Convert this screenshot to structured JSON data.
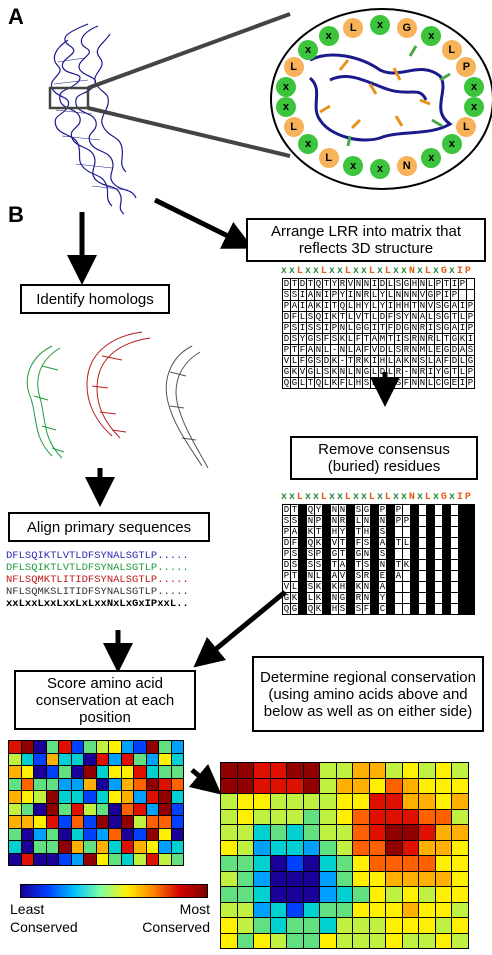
{
  "panels": {
    "a": "A",
    "b": "B"
  },
  "panel_a": {
    "ring_letters": [
      "x",
      "G",
      "x",
      "L",
      "P",
      "x",
      "x",
      "L",
      "x",
      "x",
      "N",
      "x",
      "x",
      "L",
      "x",
      "L",
      "x",
      "x",
      "L",
      "x",
      "x",
      "L"
    ]
  },
  "steps": {
    "arrange": "Arrange LRR into matrix that reflects 3D structure",
    "identify": "Identify homologs",
    "remove": "Remove consensus (buried) residues",
    "align": "Align primary sequences",
    "score": "Score amino acid conservation at each position",
    "determine": "Determine regional conservation (using amino acids above and below as well as on either side)"
  },
  "consensus_header": "xxLxxLxxLxxLxLxxNxLxGxIP",
  "alignment": [
    {
      "seq": "DFLSQIKTLVTLDFSYNALSGTLP.....",
      "color": "#2a2ab0"
    },
    {
      "seq": "DFLSQIKTLVTLDFSYNALSGTLP.....",
      "color": "#1f9a3a"
    },
    {
      "seq": "NFLSQMKTLITIDFSYNALSGTLP.....",
      "color": "#c01818"
    },
    {
      "seq": "NFLSQMKSLITIDFSYNALSGTLP.....",
      "color": "#333333"
    },
    {
      "seq": "xxLxxLxxLxxLxLxxNxLxGxIPxxL..",
      "color": "#000000"
    }
  ],
  "matrix_full": [
    "DTDTQTYRVNNIDLSGHNLPTIP",
    "SSIANIPYINRLYLNNNVGPIP",
    "PAIAKITQLHYLYIHHTNVSGAIP",
    "DFLSQIKTLVTLDFSYNALSGTLP",
    "PSISSIPNLGGITFDGNRISGAIP",
    "DSYGSFSKLFTAMTISRNRLTGKIP",
    "PTFANL-NLAFVDLSRNMLEGDAS",
    "VLFGSDK-TRKIHLAKNSLAFDLG",
    "GKVGLSKNLNGLDLR-NRIYGTLP",
    "QGLTQLKFLHSLNVSFNNLCGEIP"
  ],
  "matrix_removed": [
    "DTTQYRNNDSGNPTP",
    "SSANPYNRYLNGNVPP",
    "PAAKTQHYYTHNSA",
    "DFSQKTVTDFSYASTL",
    "PSSSPNGTDGNRSA",
    "DSGSSKTAMTSRNRTK",
    "PTANLNAVDSRNEDA",
    "VLGSKRKHAKNSAD",
    "GKGLKNNGDRNRYT",
    "QGAQKFHSNSFNCE"
  ],
  "colorbar": {
    "left_label": "Least\nConserved",
    "right_label": "Most\nConserved"
  },
  "colors": {
    "blue_struct": "#1a1a8c",
    "orange_letter": "#f7b25a",
    "green_letter": "#3cc43c"
  }
}
